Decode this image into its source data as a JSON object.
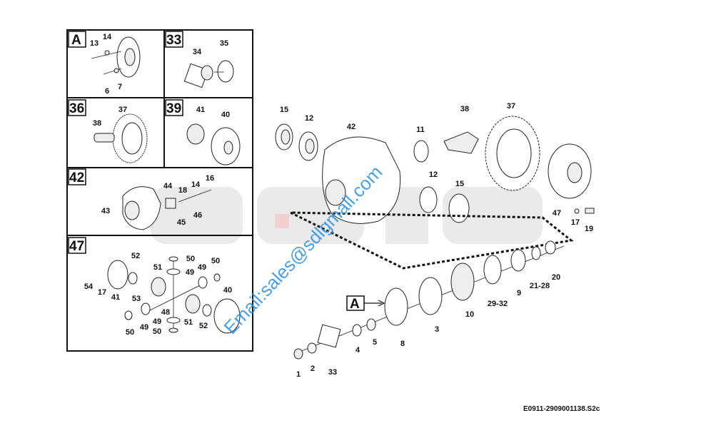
{
  "logo_watermark": "SDLG",
  "email_watermark": "Email:sales@sdlgmall.com",
  "caption": "E0911-2909001138.S2c",
  "callout_box": "A",
  "panels": [
    {
      "title": "A",
      "labels": [
        "13",
        "14",
        "6",
        "7"
      ]
    },
    {
      "title": "33",
      "labels": [
        "34",
        "35"
      ]
    },
    {
      "title": "36",
      "labels": [
        "37",
        "38"
      ]
    },
    {
      "title": "39",
      "labels": [
        "41",
        "40"
      ]
    },
    {
      "title": "42",
      "labels": [
        "44",
        "18",
        "14",
        "16",
        "43",
        "45",
        "46"
      ]
    },
    {
      "title": "47",
      "labels": [
        "52",
        "50",
        "51",
        "49",
        "50",
        "49",
        "54",
        "17",
        "41",
        "53",
        "48",
        "40",
        "50",
        "49",
        "49",
        "51",
        "52",
        "50"
      ]
    }
  ],
  "main_labels": [
    "15",
    "12",
    "42",
    "11",
    "38",
    "37",
    "12",
    "15",
    "47",
    "17",
    "19",
    "20",
    "21-28",
    "9",
    "29-32",
    "10",
    "3",
    "8",
    "5",
    "4",
    "33",
    "2",
    "1"
  ],
  "colors": {
    "watermark": "#2f8fe0",
    "logo": "#e6e6e6",
    "logo_accent": "#f3d6d6"
  }
}
